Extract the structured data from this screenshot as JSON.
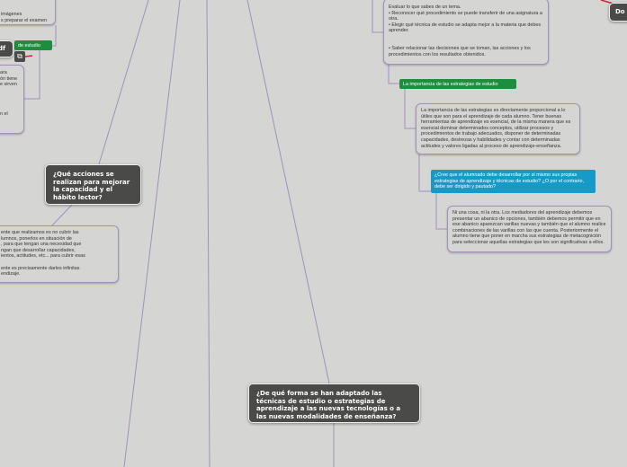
{
  "colors": {
    "background": "#d5d6d4",
    "connector": "#a38fbc",
    "topic_dark": "#4a4a48",
    "green_node": "#1e8e3e",
    "blue_node": "#169ac8",
    "link_red": "#d0213c"
  },
  "nodes": {
    "top_left_box": "imágenes\ns preparar el examen",
    "green_left": "de estudio",
    "dark_left_partial": "df",
    "left_box_partial": "ara\nón tiene\ne sirven\n\n\n\n\nn el",
    "acciones_title": "¿Qué acciones se realizan para mejorar la capacidad y el hábito lector?",
    "acciones_box": "ente que realizamos es no cubrir las\nlumnos, ponerlos en situación de\n, para que tengan una necesidad que\nngan que desarrollar capacidades,\nientos, actitudes, etc... para cubrir esas\n\nente es precisamente darles infinitas\nendizaje.",
    "evaluar_box": "Evaluar lo que sabes de un tema.\n• Reconocer qué procedimiento se puede transferir de una asignatura a otra.\n• Elegir qué técnica de estudio se adapta mejor a la materia que debes aprender.\n\n\n• Saber relacionar las decisiones que se toman, las acciones y los procedimientos con los resultados obtenidos.",
    "importancia_label": "La importancia de las estrategias de estudio",
    "importancia_box": "La importancia de las estrategias es directamente proporcional a lo útiles que son para el aprendizaje de cada alumno. Tener buenas herramientas de aprendizaje es esencial, de la misma manera que es esencial dominar determinados conceptos, utilizar procesos y procedimientos de trabajo adecuados, disponer de determinadas capacidades, destrezas y habilidades y contar con determinadas actitudes y valores ligadas al proceso de aprendizaje-enseñanza.",
    "cree_question": "¿Cree que el alumnado debe desarrollar por sí mismo sus propias estrategias de aprendizaje y técnicas de estudio? ¿O por el contrario, debe ser dirigido y pautado?",
    "cree_answer": "Ni una cosa, ni la otra. Los mediadores del aprendizaje debemos presentar un abanico de opciones, también debemos permitir que en ese abanico aparezcan varillas nuevas y también que el alumno realice combinaciones de las varillas con las que cuenta. Posteriormente el alumno tiene que poner en marcha sus estrategias de metacognición para seleccionar aquellas estrategias que les son significativas a ellos.",
    "adaptado_title": "¿De qué forma se han adaptado las técnicas de estudio o estrategias de aprendizaje a las nuevas tecnologías o a las nuevas modalidades de enseñanza?",
    "right_partial": "Do"
  }
}
